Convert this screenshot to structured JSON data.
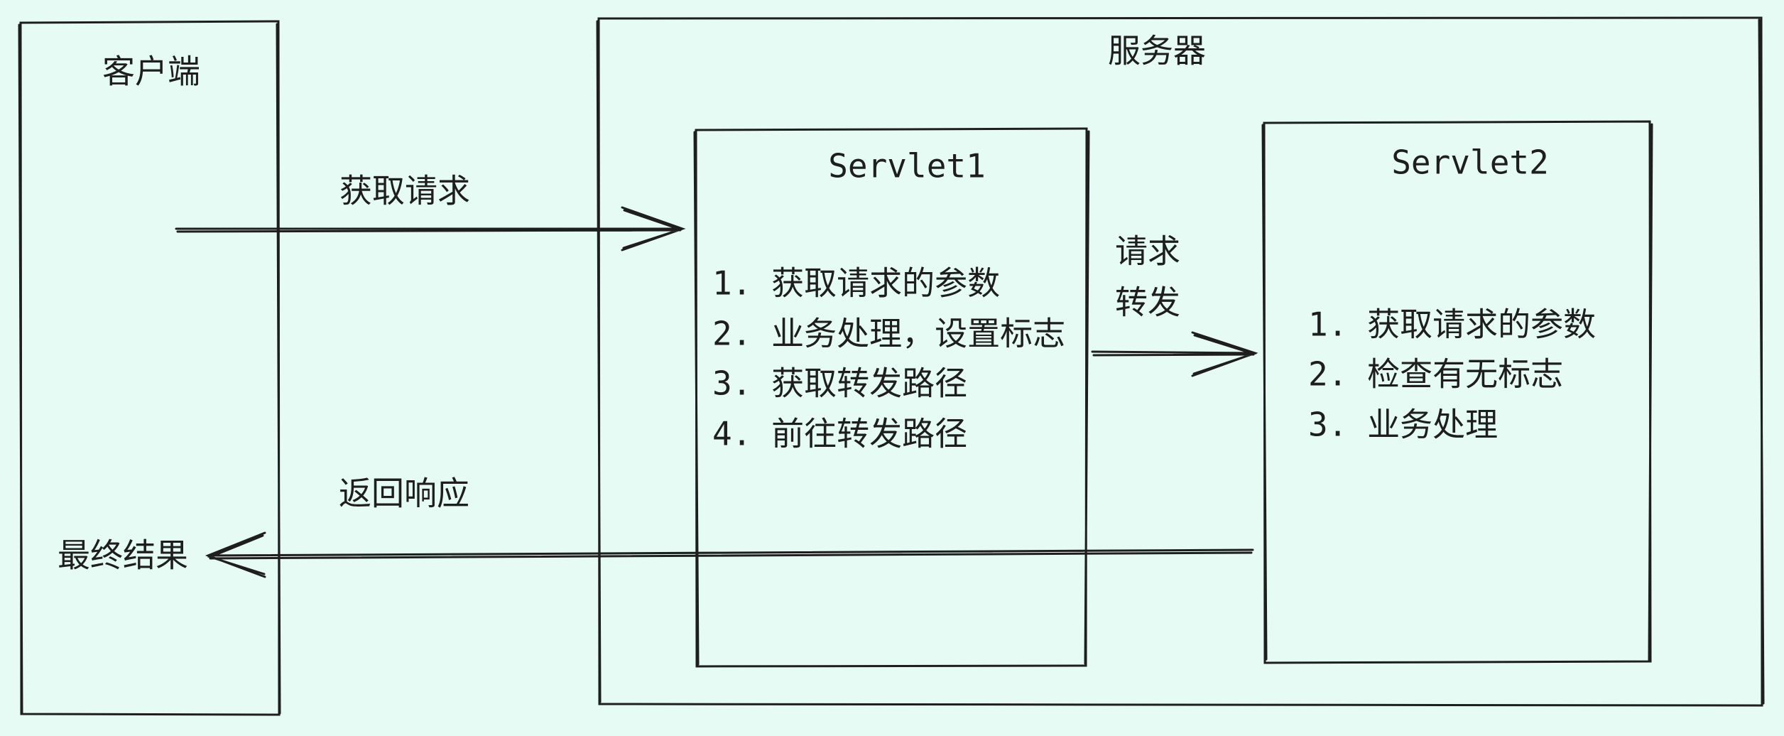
{
  "client": {
    "title": "客户端",
    "result": "最终结果"
  },
  "server": {
    "title": "服务器"
  },
  "servlet1": {
    "title": "Servlet1",
    "steps": [
      "1. 获取请求的参数",
      "2. 业务处理，设置标志",
      "3. 获取转发路径",
      "4. 前往转发路径"
    ]
  },
  "servlet2": {
    "title": "Servlet2",
    "steps": [
      "1. 获取请求的参数",
      "2. 检查有无标志",
      "3. 业务处理"
    ]
  },
  "arrows": {
    "request": "获取请求",
    "forward_line1": "请求",
    "forward_line2": "转发",
    "response": "返回响应"
  },
  "colors": {
    "background": "#e6fbf3",
    "stroke": "#1e1e1e"
  }
}
